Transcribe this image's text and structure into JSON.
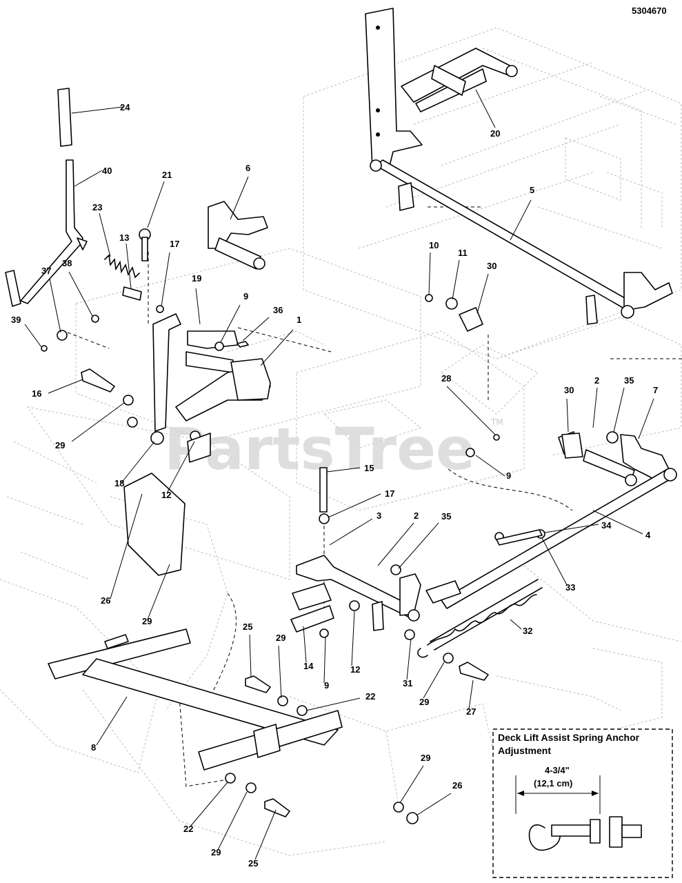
{
  "document_number": "5304670",
  "watermark": {
    "text": "PartsTree",
    "tm": "TM"
  },
  "callouts": [
    {
      "id": "c24",
      "label": "24"
    },
    {
      "id": "c40",
      "label": "40"
    },
    {
      "id": "c23",
      "label": "23"
    },
    {
      "id": "c21",
      "label": "21"
    },
    {
      "id": "c13",
      "label": "13"
    },
    {
      "id": "c17a",
      "label": "17"
    },
    {
      "id": "c6",
      "label": "6"
    },
    {
      "id": "c20",
      "label": "20"
    },
    {
      "id": "c5",
      "label": "5"
    },
    {
      "id": "c38",
      "label": "38"
    },
    {
      "id": "c37",
      "label": "37"
    },
    {
      "id": "c39",
      "label": "39"
    },
    {
      "id": "c19",
      "label": "19"
    },
    {
      "id": "c9a",
      "label": "9"
    },
    {
      "id": "c36",
      "label": "36"
    },
    {
      "id": "c1",
      "label": "1"
    },
    {
      "id": "c10",
      "label": "10"
    },
    {
      "id": "c11",
      "label": "11"
    },
    {
      "id": "c30a",
      "label": "30"
    },
    {
      "id": "c16",
      "label": "16"
    },
    {
      "id": "c28",
      "label": "28"
    },
    {
      "id": "c2a",
      "label": "2"
    },
    {
      "id": "c35a",
      "label": "35"
    },
    {
      "id": "c30b",
      "label": "30"
    },
    {
      "id": "c7",
      "label": "7"
    },
    {
      "id": "c29a",
      "label": "29"
    },
    {
      "id": "c18",
      "label": "18"
    },
    {
      "id": "c12a",
      "label": "12"
    },
    {
      "id": "c15",
      "label": "15"
    },
    {
      "id": "c9b",
      "label": "9"
    },
    {
      "id": "c17b",
      "label": "17"
    },
    {
      "id": "c3",
      "label": "3"
    },
    {
      "id": "c2b",
      "label": "2"
    },
    {
      "id": "c35b",
      "label": "35"
    },
    {
      "id": "c34",
      "label": "34"
    },
    {
      "id": "c4",
      "label": "4"
    },
    {
      "id": "c26a",
      "label": "26"
    },
    {
      "id": "c29b",
      "label": "29"
    },
    {
      "id": "c33",
      "label": "33"
    },
    {
      "id": "c32",
      "label": "32"
    },
    {
      "id": "c25a",
      "label": "25"
    },
    {
      "id": "c29c",
      "label": "29"
    },
    {
      "id": "c14",
      "label": "14"
    },
    {
      "id": "c9c",
      "label": "9"
    },
    {
      "id": "c12b",
      "label": "12"
    },
    {
      "id": "c31",
      "label": "31"
    },
    {
      "id": "c29d",
      "label": "29"
    },
    {
      "id": "c27",
      "label": "27"
    },
    {
      "id": "c22a",
      "label": "22"
    },
    {
      "id": "c8",
      "label": "8"
    },
    {
      "id": "c29e",
      "label": "29"
    },
    {
      "id": "c26b",
      "label": "26"
    },
    {
      "id": "c22b",
      "label": "22"
    },
    {
      "id": "c29f",
      "label": "29"
    },
    {
      "id": "c25b",
      "label": "25"
    }
  ],
  "inset": {
    "title_line1": "Deck Lift Assist Spring Anchor",
    "title_line2": "Adjustment",
    "dimension_imperial": "4-3/4\"",
    "dimension_metric": "(12,1 cm)"
  }
}
